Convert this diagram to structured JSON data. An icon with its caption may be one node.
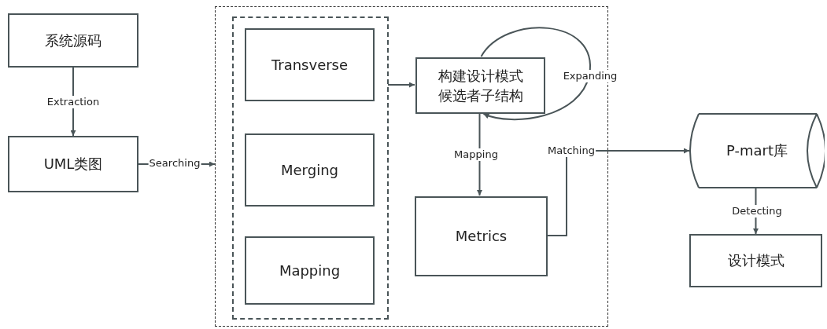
{
  "diagram": {
    "nodes": [
      {
        "text": [
          "系统源码"
        ]
      },
      {
        "text": [
          "UML类图"
        ]
      },
      {
        "text": [],
        "shape": "box"
      },
      {
        "text": [],
        "shape": "box",
        "in": 2
      },
      {
        "text": [
          "Transverse"
        ],
        "in": 3
      },
      {
        "text": [
          "Merging"
        ],
        "in": 3
      },
      {
        "text": [
          "Mapping"
        ],
        "in": 3
      },
      {
        "text": [
          "构建设计模式候选者子结构"
        ],
        "in": 2
      },
      {
        "text": [
          "Metrics"
        ],
        "in": 2
      },
      {
        "text": [
          "P-mart库"
        ]
      },
      {
        "text": [
          "设计模式"
        ]
      }
    ],
    "edges": [
      {
        "from": 0,
        "to": 1,
        "arrow": "to",
        "label": "Extraction"
      },
      {
        "from": 1,
        "to": 2,
        "arrow": "to",
        "label": "Searching"
      },
      {
        "from": 3,
        "to": 7,
        "arrow": "to"
      },
      {
        "from": 7,
        "to": 7,
        "arrow": "to",
        "label": "Expanding"
      },
      {
        "from": 7,
        "to": 8,
        "arrow": "to",
        "label": "Mapping"
      },
      {
        "from": 8,
        "to": 9,
        "arrow": "to",
        "label": "Matching"
      },
      {
        "from": 9,
        "to": 10,
        "arrow": "to",
        "label": "Detecting"
      }
    ]
  }
}
